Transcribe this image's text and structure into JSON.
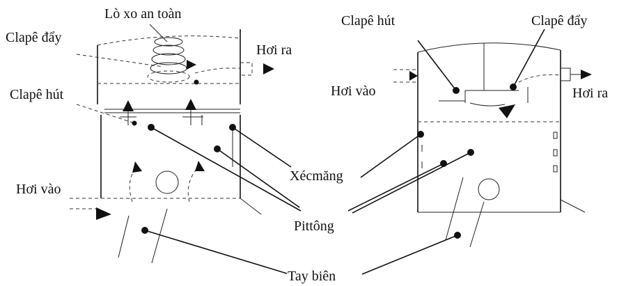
{
  "labels": {
    "lo_xo_an_toan": "Lò xo an toàn",
    "clape_day_left": "Clapê đẩy",
    "hoi_ra_left": "Hơi ra",
    "clape_hut_left": "Clapê hút",
    "hoi_vao_left": "Hơi vào",
    "clape_hut_right": "Clapê hút",
    "clape_day_right": "Clapê đẩy",
    "hoi_vao_right": "Hơi vào",
    "hoi_ra_right": "Hơi ra",
    "xecmang": "Xécmăng",
    "pittong": "Pittông",
    "tay_bien": "Tay biên"
  }
}
